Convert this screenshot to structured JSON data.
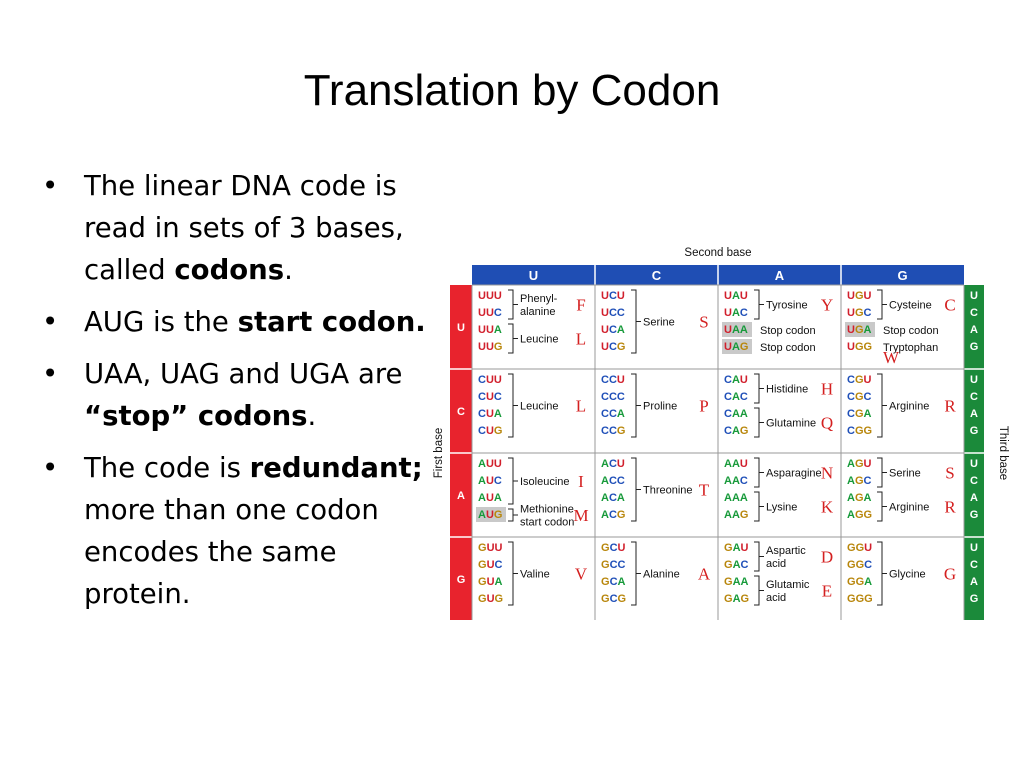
{
  "title": "Translation by Codon",
  "bullets": [
    {
      "parts": [
        {
          "text": "The linear DNA code is read in sets of 3 bases, called ",
          "bold": false
        },
        {
          "text": "codons",
          "bold": true
        },
        {
          "text": ".",
          "bold": false
        }
      ]
    },
    {
      "parts": [
        {
          "text": "AUG is the ",
          "bold": false
        },
        {
          "text": "start codon.",
          "bold": true
        }
      ]
    },
    {
      "parts": [
        {
          "text": "UAA, UAG and UGA are ",
          "bold": false
        },
        {
          "text": "“stop” codons",
          "bold": true
        },
        {
          "text": ".",
          "bold": false
        }
      ]
    },
    {
      "parts": [
        {
          "text": "The code is ",
          "bold": false
        },
        {
          "text": "redundant;",
          "bold": true
        },
        {
          "text": " more than one codon encodes the same protein.",
          "bold": false
        }
      ]
    }
  ],
  "table": {
    "second_base_label": "Second base",
    "first_base_label": "First base",
    "third_base_label": "Third base",
    "second_bases": [
      "U",
      "C",
      "A",
      "G"
    ],
    "first_bases": [
      "U",
      "C",
      "A",
      "G"
    ],
    "third_bases": [
      "U",
      "C",
      "A",
      "G"
    ],
    "colors": {
      "header_blue": "#1f4eb4",
      "first_red": "#e8232d",
      "third_green": "#1b8a3a",
      "U": "#d11f2c",
      "C": "#1f4fb8",
      "A": "#179a3a",
      "G": "#b8860b",
      "one_letter": "#d42020",
      "highlight": "#c9c9c9"
    },
    "rows": [
      [
        {
          "codons": [
            "UUU",
            "UUC",
            "UUA",
            "UUG"
          ],
          "groups": [
            {
              "lines": [
                "Phenyl-",
                "alanine"
              ],
              "letter": "F",
              "range": [
                0,
                1
              ]
            },
            {
              "lines": [
                "Leucine"
              ],
              "letter": "L",
              "range": [
                2,
                3
              ]
            }
          ]
        },
        {
          "codons": [
            "UCU",
            "UCC",
            "UCA",
            "UCG"
          ],
          "groups": [
            {
              "lines": [
                "Serine"
              ],
              "letter": "S",
              "range": [
                0,
                3
              ]
            }
          ]
        },
        {
          "codons": [
            "UAU",
            "UAC",
            "UAA",
            "UAG"
          ],
          "highlight": [
            2,
            3
          ],
          "groups": [
            {
              "lines": [
                "Tyrosine"
              ],
              "letter": "Y",
              "range": [
                0,
                1
              ]
            },
            {
              "lines": [
                "Stop codon"
              ],
              "letter": "",
              "range": [
                2,
                2
              ],
              "plain": true
            },
            {
              "lines": [
                "Stop codon"
              ],
              "letter": "",
              "range": [
                3,
                3
              ],
              "plain": true
            }
          ]
        },
        {
          "codons": [
            "UGU",
            "UGC",
            "UGA",
            "UGG"
          ],
          "highlight": [
            2
          ],
          "groups": [
            {
              "lines": [
                "Cysteine"
              ],
              "letter": "C",
              "range": [
                0,
                1
              ]
            },
            {
              "lines": [
                "Stop codon"
              ],
              "letter": "",
              "range": [
                2,
                2
              ],
              "plain": true
            },
            {
              "lines": [
                "Tryptophan"
              ],
              "letter": "W",
              "range": [
                3,
                3
              ],
              "plain": true
            }
          ]
        }
      ],
      [
        {
          "codons": [
            "CUU",
            "CUC",
            "CUA",
            "CUG"
          ],
          "groups": [
            {
              "lines": [
                "Leucine"
              ],
              "letter": "L",
              "range": [
                0,
                3
              ]
            }
          ]
        },
        {
          "codons": [
            "CCU",
            "CCC",
            "CCA",
            "CCG"
          ],
          "groups": [
            {
              "lines": [
                "Proline"
              ],
              "letter": "P",
              "range": [
                0,
                3
              ]
            }
          ]
        },
        {
          "codons": [
            "CAU",
            "CAC",
            "CAA",
            "CAG"
          ],
          "groups": [
            {
              "lines": [
                "Histidine"
              ],
              "letter": "H",
              "range": [
                0,
                1
              ]
            },
            {
              "lines": [
                "Glutamine"
              ],
              "letter": "Q",
              "range": [
                2,
                3
              ]
            }
          ]
        },
        {
          "codons": [
            "CGU",
            "CGC",
            "CGA",
            "CGG"
          ],
          "groups": [
            {
              "lines": [
                "Arginine"
              ],
              "letter": "R",
              "range": [
                0,
                3
              ]
            }
          ]
        }
      ],
      [
        {
          "codons": [
            "AUU",
            "AUC",
            "AUA",
            "AUG"
          ],
          "highlight": [
            3
          ],
          "groups": [
            {
              "lines": [
                "Isoleucine"
              ],
              "letter": "I",
              "range": [
                0,
                2
              ]
            },
            {
              "lines": [
                "Methionine",
                "start codon"
              ],
              "letter": "M",
              "range": [
                3,
                3
              ]
            }
          ]
        },
        {
          "codons": [
            "ACU",
            "ACC",
            "ACA",
            "ACG"
          ],
          "groups": [
            {
              "lines": [
                "Threonine"
              ],
              "letter": "T",
              "range": [
                0,
                3
              ]
            }
          ]
        },
        {
          "codons": [
            "AAU",
            "AAC",
            "AAA",
            "AAG"
          ],
          "groups": [
            {
              "lines": [
                "Asparagine"
              ],
              "letter": "N",
              "range": [
                0,
                1
              ]
            },
            {
              "lines": [
                "Lysine"
              ],
              "letter": "K",
              "range": [
                2,
                3
              ]
            }
          ]
        },
        {
          "codons": [
            "AGU",
            "AGC",
            "AGA",
            "AGG"
          ],
          "groups": [
            {
              "lines": [
                "Serine"
              ],
              "letter": "S",
              "range": [
                0,
                1
              ]
            },
            {
              "lines": [
                "Arginine"
              ],
              "letter": "R",
              "range": [
                2,
                3
              ]
            }
          ]
        }
      ],
      [
        {
          "codons": [
            "GUU",
            "GUC",
            "GUA",
            "GUG"
          ],
          "groups": [
            {
              "lines": [
                "Valine"
              ],
              "letter": "V",
              "range": [
                0,
                3
              ]
            }
          ]
        },
        {
          "codons": [
            "GCU",
            "GCC",
            "GCA",
            "GCG"
          ],
          "groups": [
            {
              "lines": [
                "Alanine"
              ],
              "letter": "A",
              "range": [
                0,
                3
              ]
            }
          ]
        },
        {
          "codons": [
            "GAU",
            "GAC",
            "GAA",
            "GAG"
          ],
          "groups": [
            {
              "lines": [
                "Aspartic",
                "acid"
              ],
              "letter": "D",
              "range": [
                0,
                1
              ]
            },
            {
              "lines": [
                "Glutamic",
                "acid"
              ],
              "letter": "E",
              "range": [
                2,
                3
              ]
            }
          ]
        },
        {
          "codons": [
            "GGU",
            "GGC",
            "GGA",
            "GGG"
          ],
          "groups": [
            {
              "lines": [
                "Glycine"
              ],
              "letter": "G",
              "range": [
                0,
                3
              ]
            }
          ]
        }
      ]
    ]
  }
}
